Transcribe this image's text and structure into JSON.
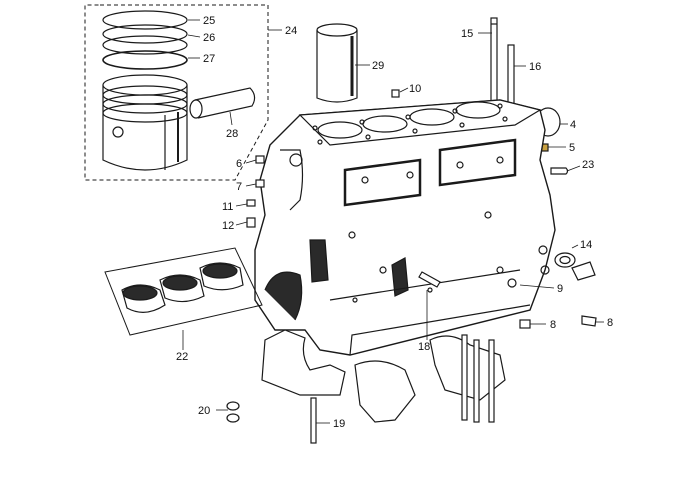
{
  "callouts": [
    {
      "id": "c25",
      "text": "25"
    },
    {
      "id": "c26",
      "text": "26"
    },
    {
      "id": "c27",
      "text": "27"
    },
    {
      "id": "c24",
      "text": "24"
    },
    {
      "id": "c28",
      "text": "28"
    },
    {
      "id": "c29",
      "text": "29"
    },
    {
      "id": "c10",
      "text": "10"
    },
    {
      "id": "c15",
      "text": "15"
    },
    {
      "id": "c16",
      "text": "16"
    },
    {
      "id": "c4",
      "text": "4"
    },
    {
      "id": "c5",
      "text": "5"
    },
    {
      "id": "c23",
      "text": "23"
    },
    {
      "id": "c6",
      "text": "6"
    },
    {
      "id": "c7",
      "text": "7"
    },
    {
      "id": "c11",
      "text": "11"
    },
    {
      "id": "c12",
      "text": "12"
    },
    {
      "id": "c14",
      "text": "14"
    },
    {
      "id": "c9",
      "text": "9"
    },
    {
      "id": "c8a",
      "text": "8"
    },
    {
      "id": "c8b",
      "text": "8"
    },
    {
      "id": "c22",
      "text": "22"
    },
    {
      "id": "c18",
      "text": "18"
    },
    {
      "id": "c20",
      "text": "20"
    },
    {
      "id": "c19",
      "text": "19"
    }
  ],
  "colors": {
    "line": "#1a1a1a",
    "fill": "#ffffff",
    "shade": "#2a2a2a",
    "highlight": "#c8a040"
  }
}
